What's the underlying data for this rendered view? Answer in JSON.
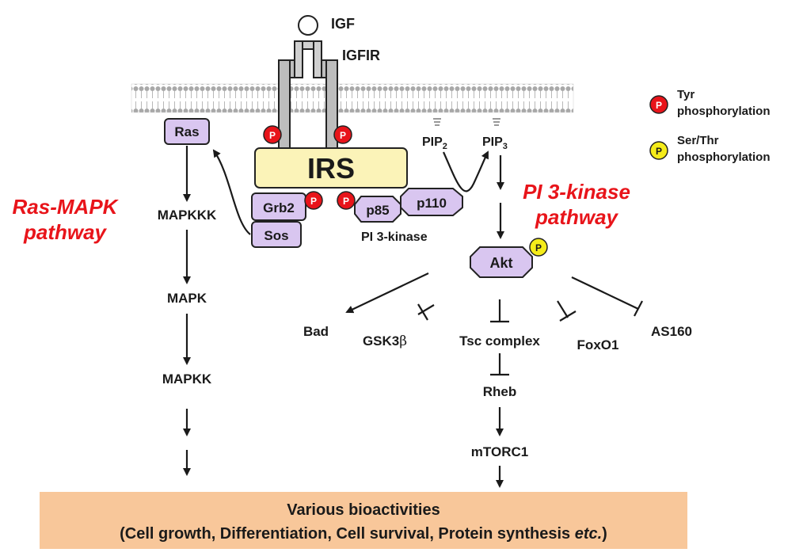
{
  "ligand": {
    "igf": "IGF",
    "receptor": "IGFIR"
  },
  "irs": "IRS",
  "adaptors": {
    "grb2": "Grb2",
    "sos": "Sos",
    "ras": "Ras"
  },
  "pi3k": {
    "p85": "p85",
    "p110": "p110",
    "label": "PI 3-kinase"
  },
  "lipids": {
    "pip2_base": "PIP",
    "pip2_sub": "2",
    "pip3_base": "PIP",
    "pip3_sub": "3"
  },
  "phospho_letter": "P",
  "legend": {
    "tyr_line1": "Tyr",
    "tyr_line2": "phosphorylation",
    "serthr_line1": "Ser/Thr",
    "serthr_line2": "phosphorylation"
  },
  "pathways": {
    "ras_line1": "Ras-MAPK",
    "ras_line2": "pathway",
    "pi3k_line1": "PI 3-kinase",
    "pi3k_line2": "pathway"
  },
  "mapk_cascade": [
    "MAPKKK",
    "MAPK",
    "MAPKK"
  ],
  "akt": "Akt",
  "akt_targets": {
    "bad": "Bad",
    "gsk_base": "GSK3",
    "gsk_greek": "β",
    "tsc": "Tsc complex",
    "foxo": "FoxO1",
    "as160": "AS160"
  },
  "downstream": {
    "rheb": "Rheb",
    "mtorc1": "mTORC1"
  },
  "bioactivities": {
    "title": "Various bioactivities",
    "detail_main": "(Cell growth, Differentiation, Cell survival, Protein synthesis ",
    "detail_etc": "etc.",
    "detail_close": ")"
  },
  "colors": {
    "purple": "#d9c6f0",
    "irs_yellow": "#fbf3b8",
    "phospho_tyr": "#e8141a",
    "phospho_ser": "#f5ec1a",
    "pathway_label": "#e8141a",
    "bio_box": "#f8c79a"
  }
}
